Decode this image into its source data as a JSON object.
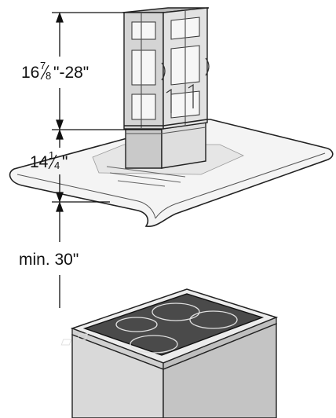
{
  "dimensions": {
    "chimney_height": {
      "whole": "16",
      "num": "7",
      "den": "8",
      "rest": "\"-28\""
    },
    "hood_height": {
      "whole": "14",
      "num": "1",
      "den": "4",
      "rest": "\""
    },
    "clearance": "min. 30\""
  }
}
